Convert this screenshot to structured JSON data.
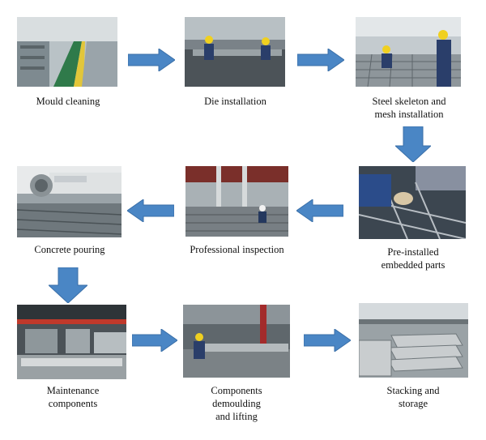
{
  "steps": [
    {
      "id": "mould-cleaning",
      "label": "Mould cleaning"
    },
    {
      "id": "die-installation",
      "label": "Die installation"
    },
    {
      "id": "steel-skeleton",
      "label": "Steel skeleton and\nmesh installation"
    },
    {
      "id": "pre-installed",
      "label": "Pre-installed\nembedded parts"
    },
    {
      "id": "inspection",
      "label": "Professional inspection"
    },
    {
      "id": "concrete-pouring",
      "label": "Concrete pouring"
    },
    {
      "id": "maintenance",
      "label": "Maintenance\ncomponents"
    },
    {
      "id": "demoulding",
      "label": "Components\ndemoulding\nand lifting"
    },
    {
      "id": "stacking",
      "label": "Stacking and\nstorage"
    }
  ],
  "colors": {
    "arrow": "#4a86c5",
    "arrow_edge": "#3a6fa8"
  }
}
